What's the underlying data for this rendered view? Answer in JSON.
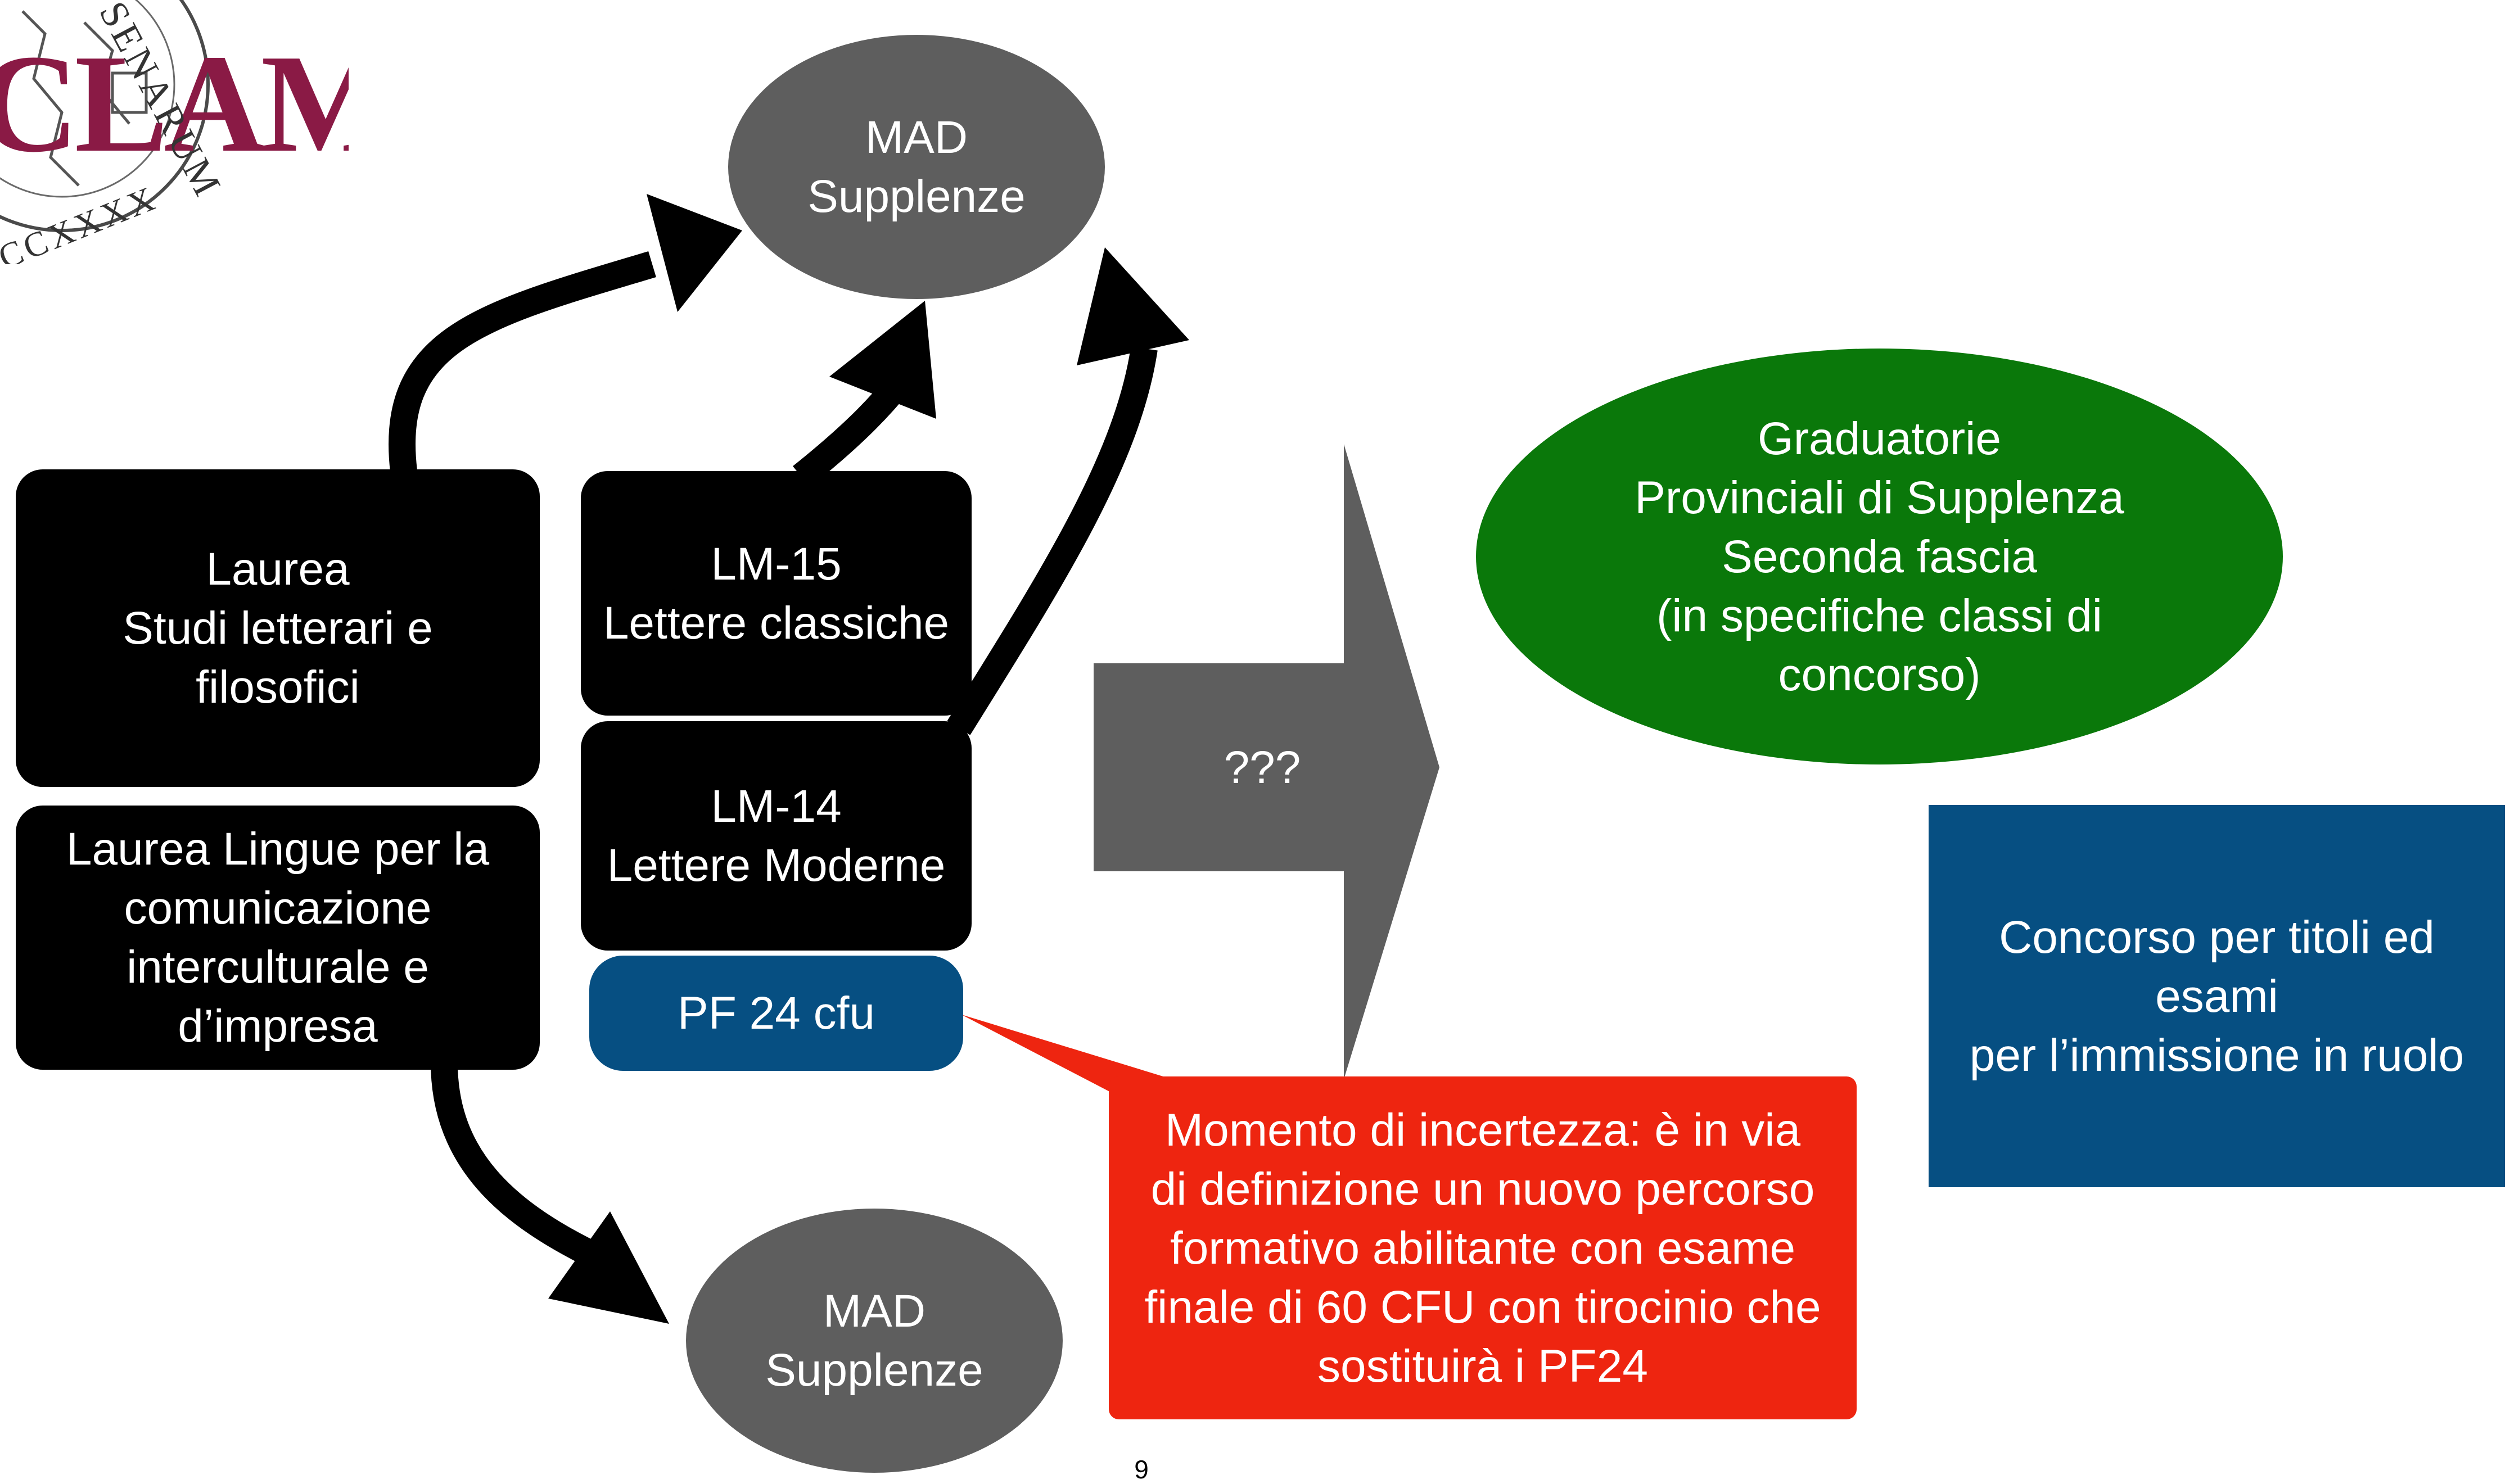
{
  "logo": {
    "text": "CLAM",
    "seal_text_top": "SENARUM",
    "seal_text_bottom": "CCXXXX",
    "brand_color": "#8a1a45"
  },
  "nodes": {
    "mad_top": "MAD\nSupplenze",
    "mad_bottom": "MAD\nSupplenze",
    "laurea_studi": "Laurea\nStudi letterari e\nfilosofici",
    "laurea_lingue": "Laurea Lingue per la\ncomunicazione\ninterculturale e\nd’impresa",
    "lm15": "LM-15\nLettere classiche",
    "lm14": "LM-14\nLettere Moderne",
    "pf24": "PF 24 cfu",
    "big_arrow": "???",
    "graduatorie": "Graduatorie\nProvinciali di Supplenza\nSeconda fascia\n(in specifiche classi di\nconcorso)",
    "concorso": "Concorso per titoli ed\nesami\nper l’immissione in ruolo",
    "callout": "Momento di incertezza: è in via\ndi definizione un nuovo percorso\nformativo abilitante con esame\nfinale di 60 CFU con tirocinio che\nsostituirà i PF24"
  },
  "footer": {
    "page_number": "9"
  },
  "colors": {
    "black_box": "#000000",
    "gray": "#5e5e5e",
    "green": "#0a780a",
    "blue": "#064f82",
    "red": "#ee2510"
  }
}
